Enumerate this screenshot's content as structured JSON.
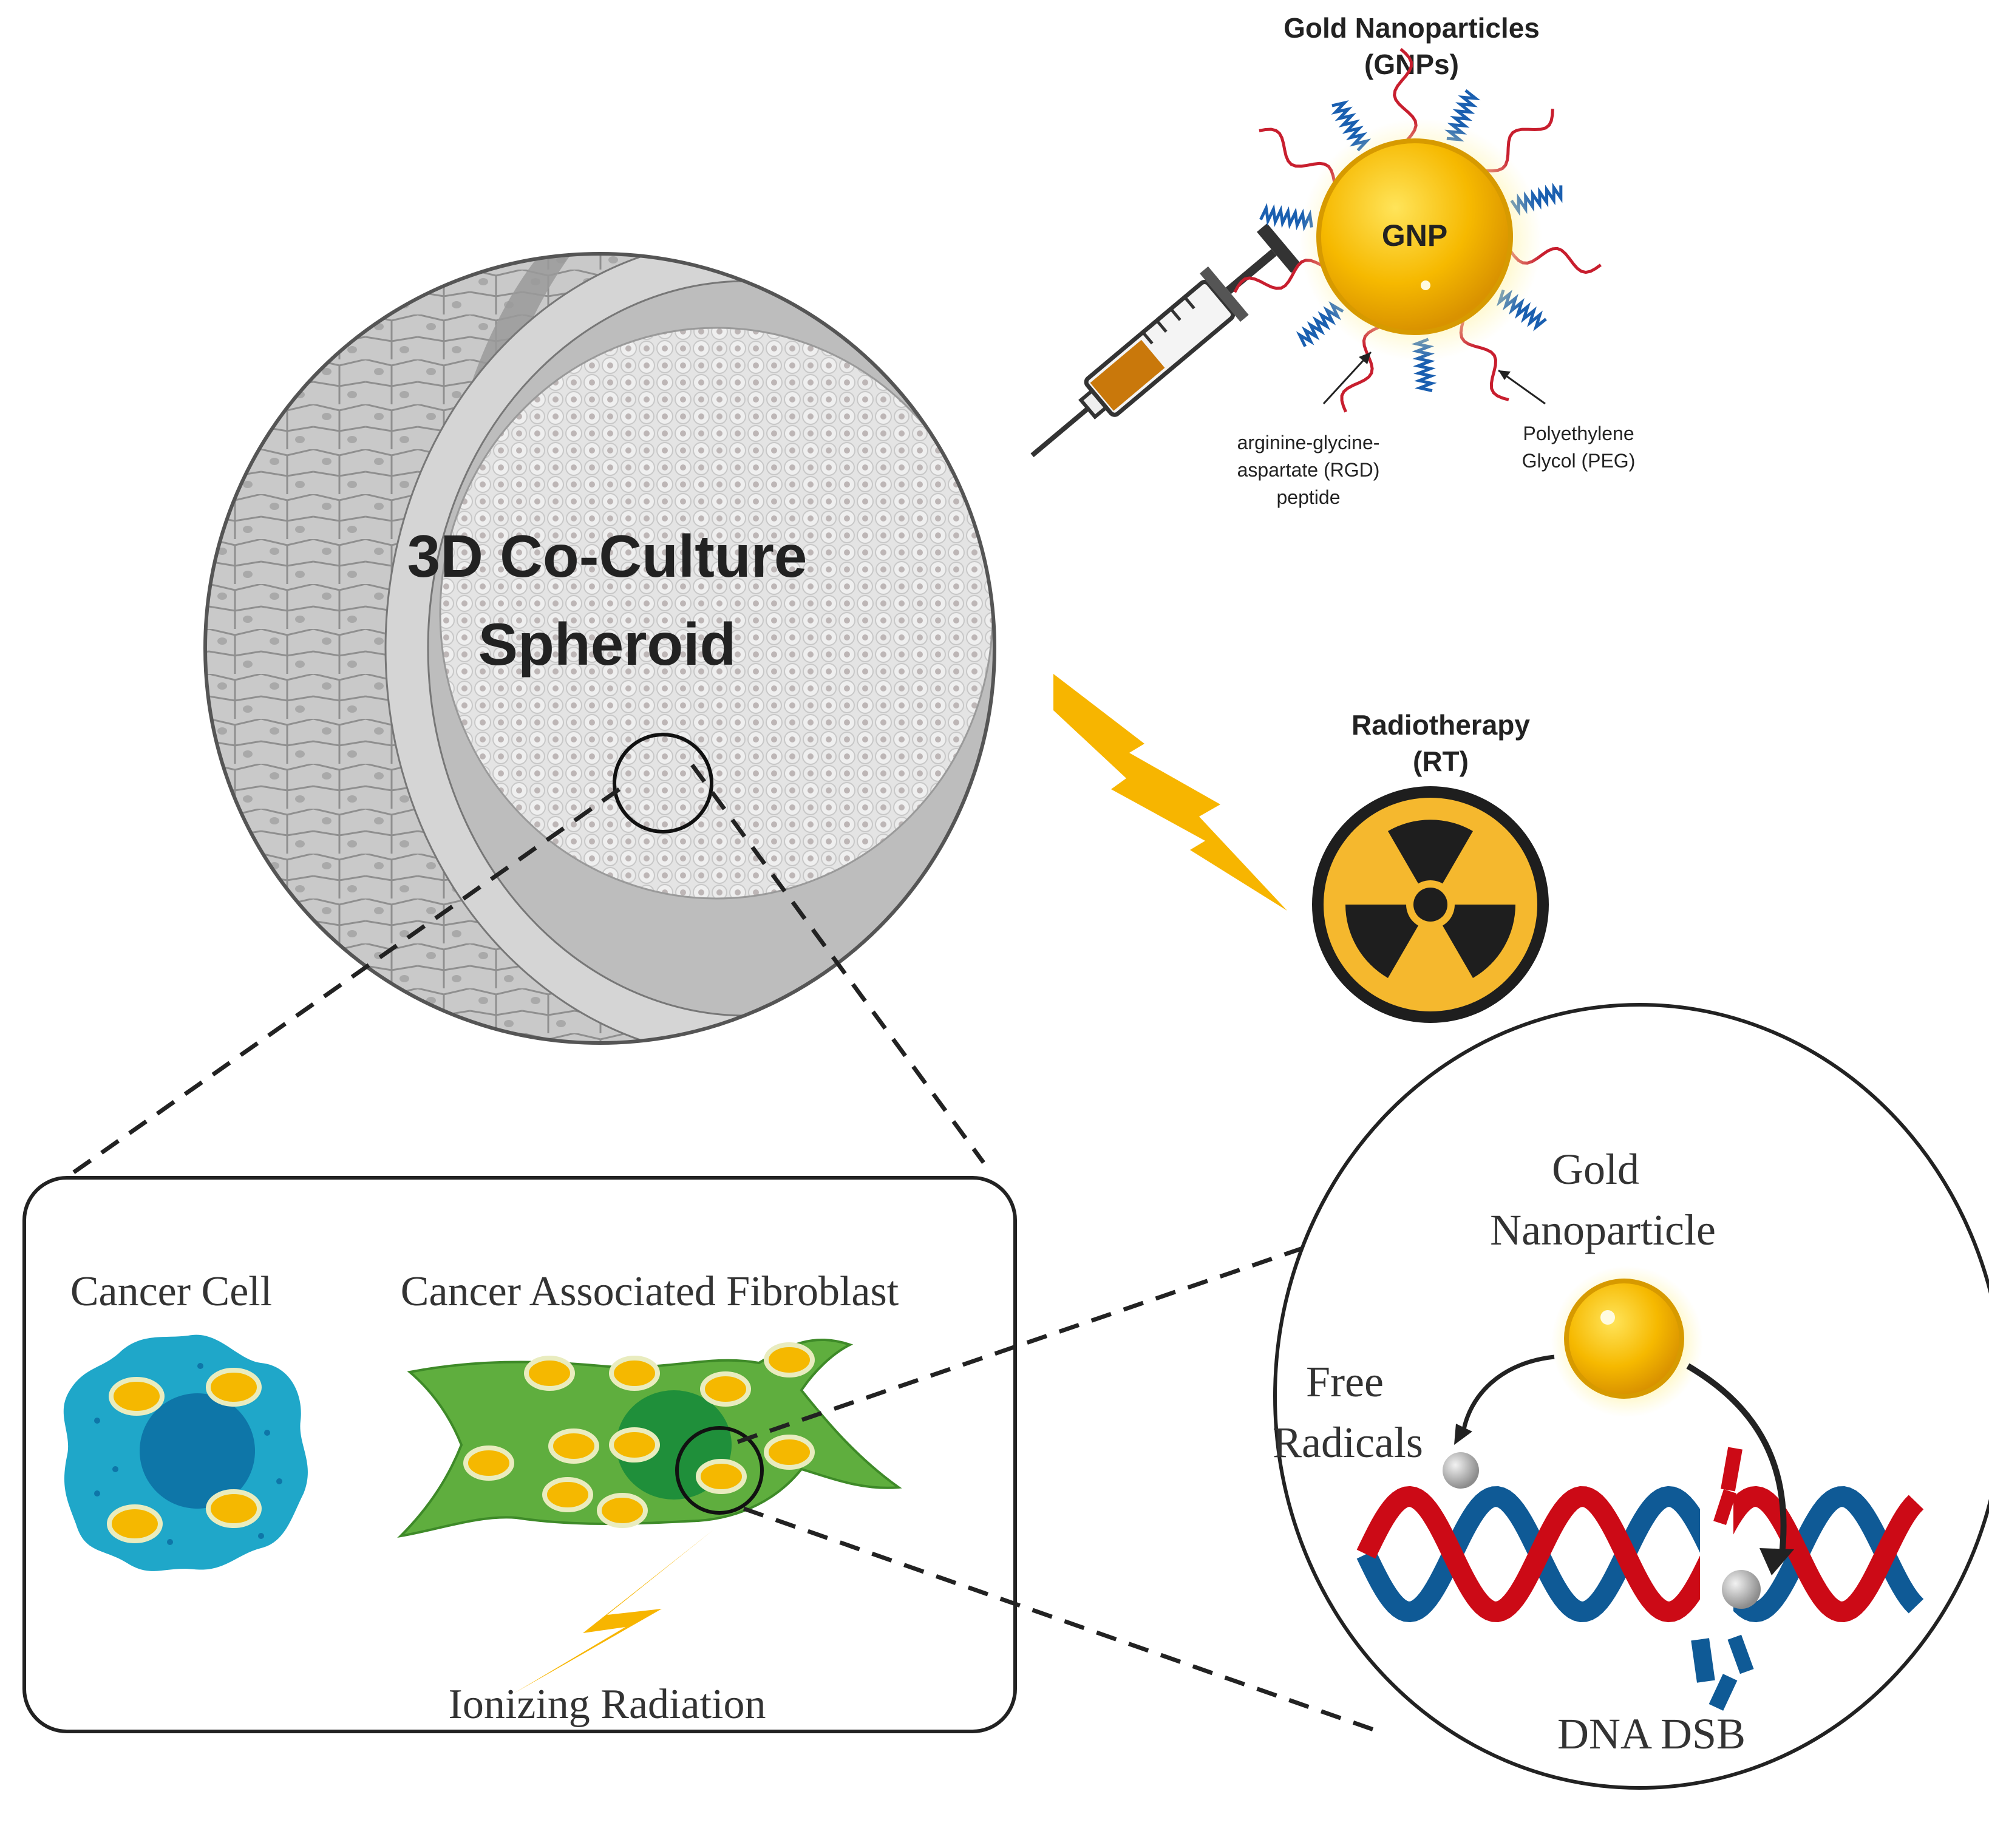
{
  "spheroid": {
    "title_line1": "3D Co-Culture",
    "title_line2": "Spheroid"
  },
  "gnp_panel": {
    "title_line1": "Gold Nanoparticles",
    "title_line2": "(GNPs)",
    "core_label": "GNP",
    "rgd_line1": "arginine-glycine-",
    "rgd_line2": "aspartate (RGD)",
    "rgd_line3": "peptide",
    "peg_line1": "Polyethylene",
    "peg_line2": "Glycol (PEG)"
  },
  "rt_panel": {
    "title_line1": "Radiotherapy",
    "title_line2": "(RT)"
  },
  "cell_box": {
    "cancer_cell_label": "Cancer Cell",
    "caf_label": "Cancer Associated Fibroblast",
    "radiation_label": "Ionizing Radiation"
  },
  "zoom_circle": {
    "gnp_line1": "Gold",
    "gnp_line2": "Nanoparticle",
    "free_line1": "Free",
    "free_line2": "Radicals",
    "dsb_label": "DNA DSB"
  },
  "colors": {
    "gold": "#f5b800",
    "bolt": "#f7b500",
    "dna_red": "#cc0a16",
    "dna_blue": "#0f5a96",
    "cancer_cell": "#1fa7c9",
    "fibroblast": "#5fae3e"
  }
}
